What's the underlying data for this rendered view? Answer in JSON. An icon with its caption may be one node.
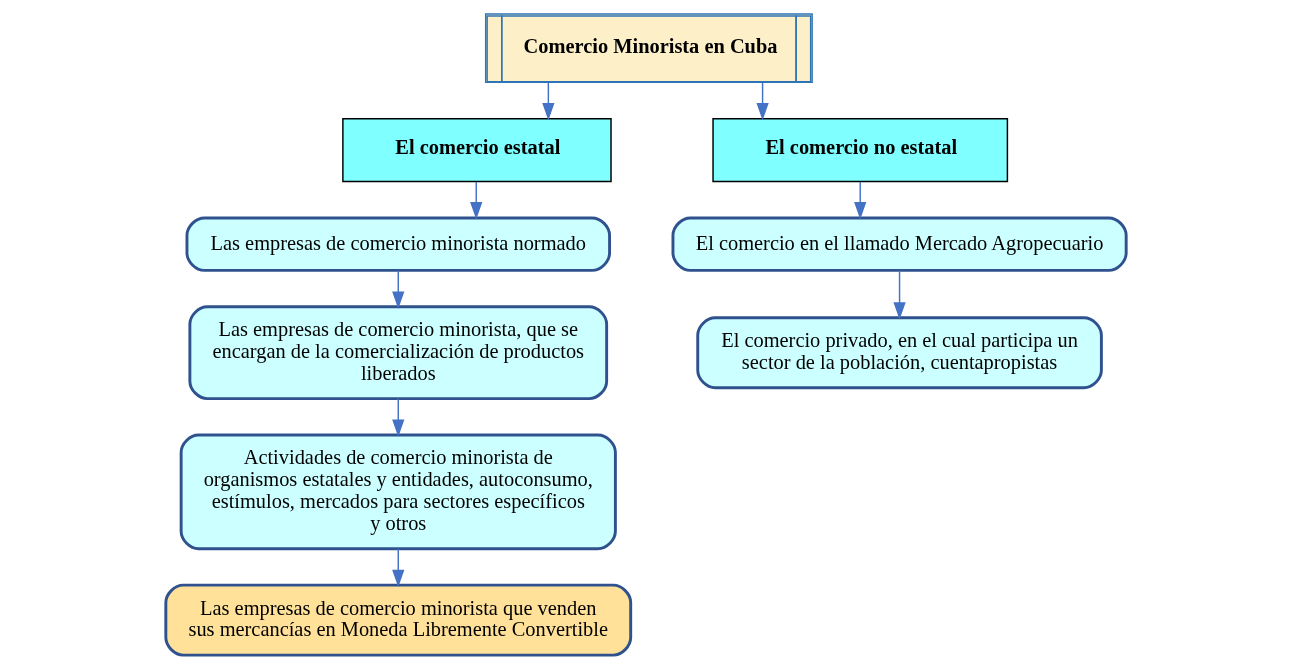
{
  "diagram": {
    "nodes": [
      {
        "text": [
          "Comercio Minorista en Cuba"
        ]
      },
      {
        "text": [
          "El comercio estatal"
        ]
      },
      {
        "text": [
          "El comercio no estatal"
        ]
      },
      {
        "text": [
          "Las empresas de comercio minorista normado"
        ]
      },
      {
        "text": [
          "Las empresas de comercio minorista, que se encargan de la comercialización de productos liberados"
        ]
      },
      {
        "text": [
          "Actividades de comercio minorista de organismos estatales y entidades, autoconsumo, estímulos, mercados para sectores específicos y otros"
        ]
      },
      {
        "text": [
          "Las empresas de comercio minorista que venden sus mercancías en Moneda Libremente Convertible"
        ]
      },
      {
        "text": [
          "El comercio en el llamado Mercado Agropecuario"
        ]
      },
      {
        "text": [
          "El comercio privado, en el cual participa un sector de la población, cuentapropistas"
        ]
      }
    ],
    "edges": [
      {
        "from": 0,
        "to": 1,
        "arrow": "to"
      },
      {
        "from": 0,
        "to": 2,
        "arrow": "to"
      },
      {
        "from": 1,
        "to": 3,
        "arrow": "to"
      },
      {
        "from": 3,
        "to": 4,
        "arrow": "to"
      },
      {
        "from": 4,
        "to": 5,
        "arrow": "to"
      },
      {
        "from": 5,
        "to": 6,
        "arrow": "to"
      },
      {
        "from": 2,
        "to": 7,
        "arrow": "to"
      },
      {
        "from": 7,
        "to": 8,
        "arrow": "to"
      }
    ]
  }
}
